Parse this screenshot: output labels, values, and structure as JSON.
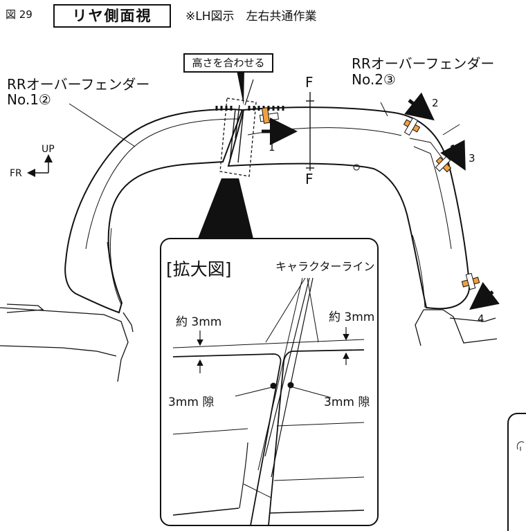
{
  "header": {
    "figure_number": "図 29",
    "view_title": "リヤ側面視",
    "note": "※LH図示　左右共通作業"
  },
  "labels": {
    "align_height": "高さを合わせる",
    "fender1_name": "RRオーバーフェンダー",
    "fender1_no": "No.1②",
    "fender2_name": "RRオーバーフェンダー",
    "fender2_no": "No.2③",
    "section_top": "F",
    "section_bottom": "F",
    "dir_up": "UP",
    "dir_fr": "FR",
    "step1": "1",
    "step2": "2",
    "step3": "3",
    "step4": "4"
  },
  "zoom": {
    "title": "[拡大図]",
    "character_line": "キャラクターライン",
    "approx_left": "約 3mm",
    "approx_right": "約 3mm",
    "gap_left": "3mm 隙",
    "gap_right": "3mm 隙"
  }
}
